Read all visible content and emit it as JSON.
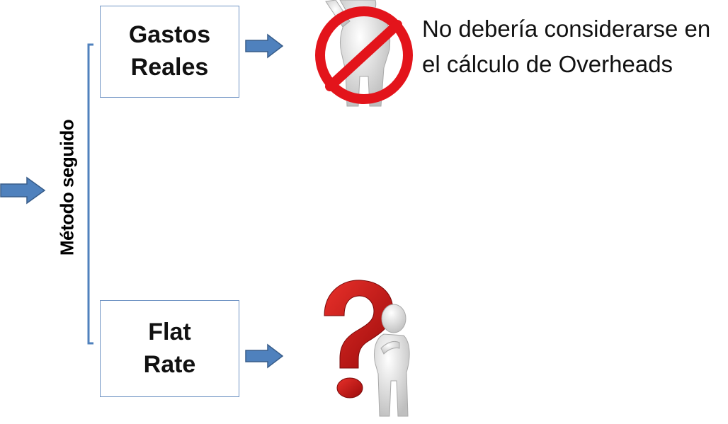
{
  "diagram": {
    "side_label": "Método seguido",
    "boxes": [
      {
        "id": "gastos-reales",
        "line1": "Gastos",
        "line2": "Reales"
      },
      {
        "id": "flat-rate",
        "line1": "Flat",
        "line2": "Rate"
      }
    ],
    "note": {
      "line1": "No debería considerarse en",
      "line2": "el cálculo de Overheads"
    }
  },
  "icons": [
    "right-arrow-icon",
    "prohibited-figure-icon",
    "question-mark-figure-icon"
  ],
  "colors": {
    "box_border": "#6f93c3",
    "arrow_fill": "#4f81bd",
    "arrow_stroke": "#385d8a",
    "bracket": "#4f81bd",
    "prohibition_red": "#e3141b",
    "question_red": "#c81414",
    "figure_gray": "#d9d9d9"
  }
}
